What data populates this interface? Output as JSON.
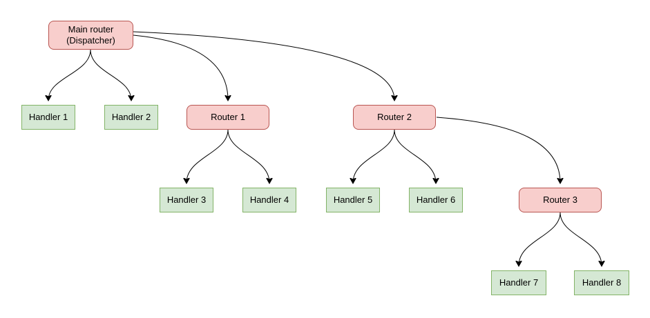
{
  "diagram": {
    "nodes": {
      "main_router": {
        "label": "Main router\n(Dispatcher)",
        "type": "router"
      },
      "handler_1": {
        "label": "Handler 1",
        "type": "handler"
      },
      "handler_2": {
        "label": "Handler 2",
        "type": "handler"
      },
      "router_1": {
        "label": "Router 1",
        "type": "router"
      },
      "router_2": {
        "label": "Router 2",
        "type": "router"
      },
      "handler_3": {
        "label": "Handler 3",
        "type": "handler"
      },
      "handler_4": {
        "label": "Handler 4",
        "type": "handler"
      },
      "handler_5": {
        "label": "Handler 5",
        "type": "handler"
      },
      "handler_6": {
        "label": "Handler 6",
        "type": "handler"
      },
      "router_3": {
        "label": "Router 3",
        "type": "router"
      },
      "handler_7": {
        "label": "Handler 7",
        "type": "handler"
      },
      "handler_8": {
        "label": "Handler 8",
        "type": "handler"
      }
    },
    "edges": [
      {
        "from": "main_router",
        "to": "handler_1"
      },
      {
        "from": "main_router",
        "to": "handler_2"
      },
      {
        "from": "main_router",
        "to": "router_1"
      },
      {
        "from": "main_router",
        "to": "router_2"
      },
      {
        "from": "router_1",
        "to": "handler_3"
      },
      {
        "from": "router_1",
        "to": "handler_4"
      },
      {
        "from": "router_2",
        "to": "handler_5"
      },
      {
        "from": "router_2",
        "to": "handler_6"
      },
      {
        "from": "router_2",
        "to": "router_3"
      },
      {
        "from": "router_3",
        "to": "handler_7"
      },
      {
        "from": "router_3",
        "to": "handler_8"
      }
    ],
    "colors": {
      "router_fill": "#f8cecc",
      "router_border": "#b85450",
      "handler_fill": "#d5e8d4",
      "handler_border": "#82b366",
      "edge": "#000000"
    }
  }
}
